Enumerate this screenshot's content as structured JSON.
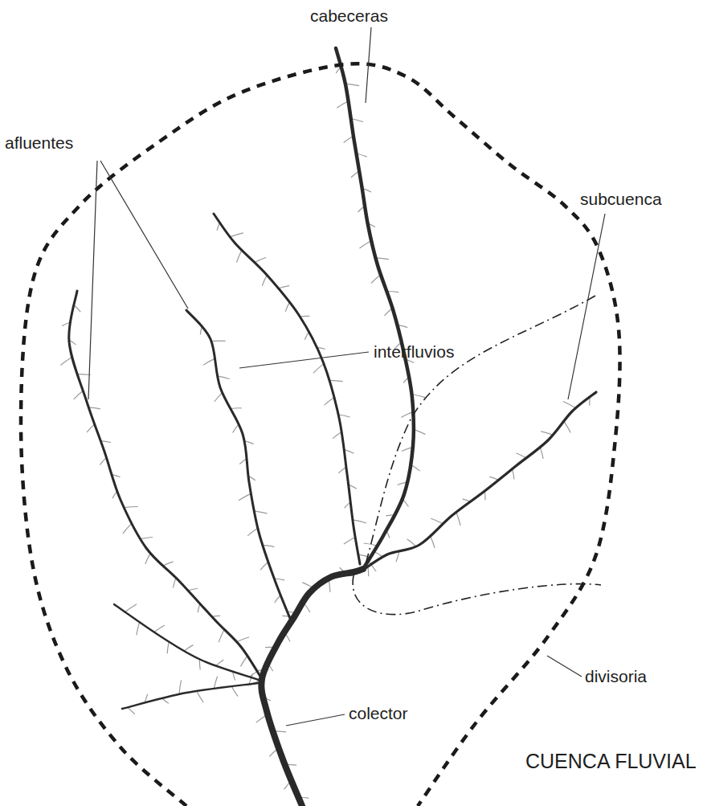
{
  "diagram": {
    "title": "CUENCA FLUVIAL",
    "labels": [
      "cabeceras",
      "afluentes",
      "subcuenca",
      "interfluvios",
      "divisoria",
      "colector"
    ]
  }
}
